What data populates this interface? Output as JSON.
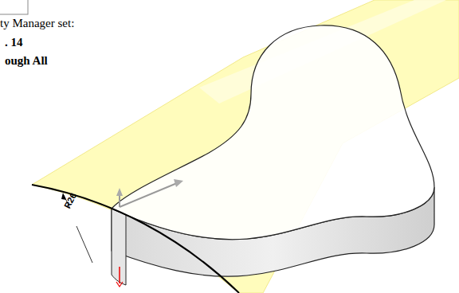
{
  "diagram": {
    "labels": [
      "ty Manager set:",
      ". 14",
      "ough All",
      "R26"
    ]
  }
}
